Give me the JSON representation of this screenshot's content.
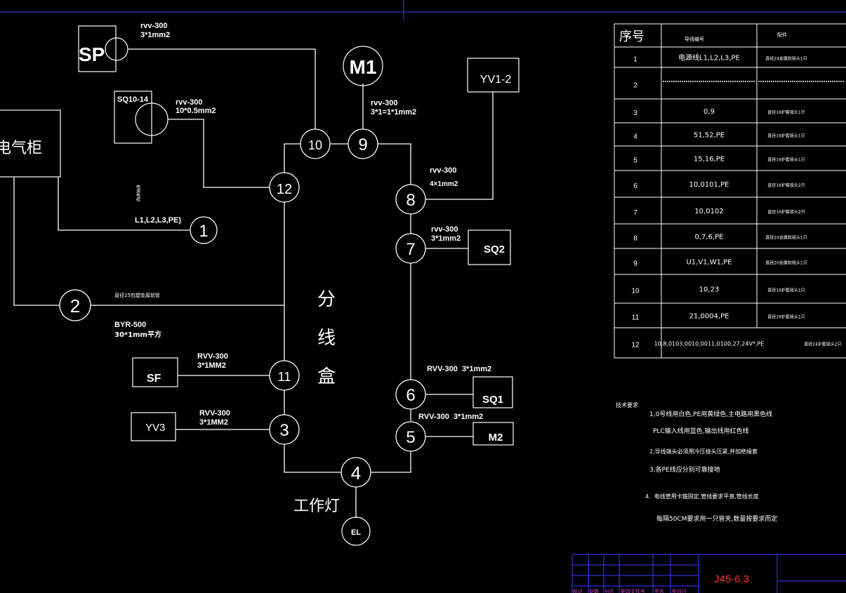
{
  "diagram": {
    "colors": {
      "background": "#000000",
      "line": "#ffffff",
      "frame": "#3a3aff",
      "title_block_text": "#ff3030",
      "title_block_header": "#d040d0"
    },
    "cabinet": {
      "label": "电气柜"
    },
    "junction_box": {
      "label_chars": [
        "分",
        "线",
        "盒"
      ]
    },
    "work_lamp": {
      "label": "工作灯"
    },
    "devices": {
      "sp": "SP",
      "sq10_14": "SQ10-14",
      "m1": "M1",
      "yv1_2": "YV1-2",
      "sq2": "SQ2",
      "sf": "SF",
      "yv3": "YV3",
      "sq1": "SQ1",
      "m2": "M2",
      "el": "EL"
    },
    "terminals": {
      "t1": "1",
      "t2": "2",
      "t3": "3",
      "t4": "4",
      "t5": "5",
      "t6": "6",
      "t7": "7",
      "t8": "8",
      "t9": "9",
      "t10": "10",
      "t11": "11",
      "t12": "12"
    },
    "cables": {
      "sp_line1": "rvv-300",
      "sp_line2": "3*1mm2",
      "sq10_line1": "rvv-300",
      "sq10_line2": "10*0.5mm2",
      "m1_line1": "rvv-300",
      "m1_line2": "3*1=1*1mm2",
      "t8_line1": "rvv-300",
      "t8_line2": "4×1mm2",
      "sq2_line1": "rvv-300",
      "sq2_line2": "3*1mm2",
      "power_vertical": "电源电缆",
      "power_line": "L1,L2,L3,PE)",
      "t2_line": "直径25包塑金属软管",
      "byr_line1": "BYR-500",
      "byr_line2": "30*1mm平方",
      "sf_line1": "RVV-300",
      "sf_line2": "3*1MM2",
      "yv3_line1": "RVV-300",
      "yv3_line2": "3*1MM2",
      "sq1_line": "RVV-300  3*1mm2",
      "m2_line": "RVV-300  3*1mm2"
    }
  },
  "table": {
    "headers": {
      "no": "序号",
      "wire": "导线编号",
      "remark": "配件"
    },
    "rows": [
      {
        "no": "1",
        "wire": "电源线L1,L2,L3,PE",
        "remark": "直径24金属软接头1只"
      },
      {
        "no": "2",
        "wire": "",
        "remark": ""
      },
      {
        "no": "3",
        "wire": "0,9",
        "remark": "直径16护套接头1只"
      },
      {
        "no": "4",
        "wire": "51,52,PE",
        "remark": "直径16护套接头1只"
      },
      {
        "no": "5",
        "wire": "15,16,PE",
        "remark": "直径16护套接头1只"
      },
      {
        "no": "6",
        "wire": "10,0101,PE",
        "remark": "直径16护套接头2只"
      },
      {
        "no": "7",
        "wire": "10,0102",
        "remark": "直径16护套接头2只"
      },
      {
        "no": "8",
        "wire": "0,7,6,PE",
        "remark": "直径24金属软接头1只"
      },
      {
        "no": "9",
        "wire": "U1,V1,W1,PE",
        "remark": "直径20金属软接头1只"
      },
      {
        "no": "10",
        "wire": "10,23",
        "remark": "直径16护套接头1只"
      },
      {
        "no": "11",
        "wire": "21,0004,PE",
        "remark": "直径16护套接头1只"
      },
      {
        "no": "12",
        "wire": "10,8,0103,0010,0011,0100,27,24V*,PE",
        "remark": "直径24护套接头2只"
      }
    ]
  },
  "notes": {
    "title": "技术要求",
    "n1a": "1,0号线用白色,PE用黄绿色,主电路用黑色线",
    "n1b": "PLC输入线用蓝色,输出线用红色线",
    "n2": "2,导线端头必须用冷压接头压紧,并加绝缘套",
    "n3": "3,各PE线应分别可靠接地",
    "n4a": "4.  电线管用卡箍固定,管线要求平直,管线长度",
    "n4b": "每隔50CM要求用一只管夹,数量按要求而定"
  },
  "title_block": {
    "drawing_no": "J45-6.3",
    "headers": [
      "标记",
      "处数",
      "分区",
      "更改文件号",
      "签名",
      "年月日"
    ]
  }
}
